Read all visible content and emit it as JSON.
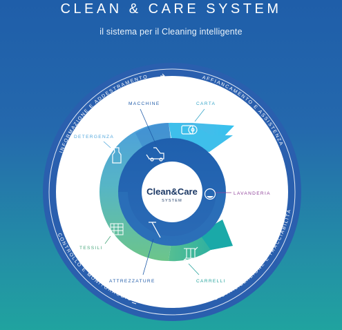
{
  "header": {
    "title": "CLEAN & CARE SYSTEM",
    "subtitle": "il sistema per il Cleaning intelligente"
  },
  "ring": {
    "top_left": "INFORMAZIONE E ADDESTRAMENTO",
    "top_right": "AFFIANCAMENTO E ASSISTENZA",
    "bottom_left": "CONTROLLO E MONITORAGGIO",
    "bottom_right": "DIGITALIZZAZIONE E TRACCIABILITÀ"
  },
  "center": {
    "logo_main": "Clean&Care",
    "logo_sub": "SYSTEM"
  },
  "segments": {
    "macchine": "MACCHINE",
    "carta": "CARTA",
    "detergenza": "DETERGENZA",
    "lavanderia": "LAVANDERIA",
    "tessili": "TESSILI",
    "attrezzature": "ATTREZZATURE",
    "carrelli": "CARRELLI"
  },
  "colors": {
    "macchine": "#1f66b1",
    "carta": "#3dbce8",
    "detergenza": "#4fa6dc",
    "lavanderia": "#8e3f98",
    "tessili": "#5fbf93",
    "attrezzature": "#2a63ad",
    "carrelli": "#2ab1a8",
    "label_blue": "#1e5aa8",
    "label_cyan": "#37a6c9",
    "label_green": "#49a77c",
    "label_purple": "#8e3f98",
    "label_teal": "#24a39c"
  },
  "icons": {
    "macchine": "floor-scrubber-icon",
    "carta": "paper-roll-icon",
    "detergenza": "spray-bottle-icon",
    "lavanderia": "washing-machine-icon",
    "tessili": "microfiber-cloth-icon",
    "attrezzature": "squeegee-icon",
    "carrelli": "cleaning-cart-icon"
  }
}
